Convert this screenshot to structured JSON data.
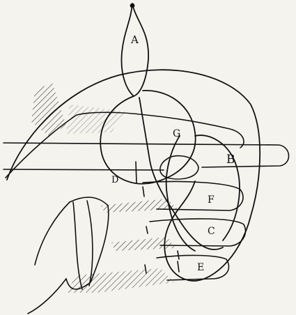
{
  "figure": {
    "labels": {
      "a": "A",
      "b": "B",
      "g": "G",
      "d": "D",
      "f": "F",
      "c": "C",
      "e": "E"
    },
    "colors": {
      "ink": "#111111",
      "paper": "#f4f3ee"
    }
  }
}
